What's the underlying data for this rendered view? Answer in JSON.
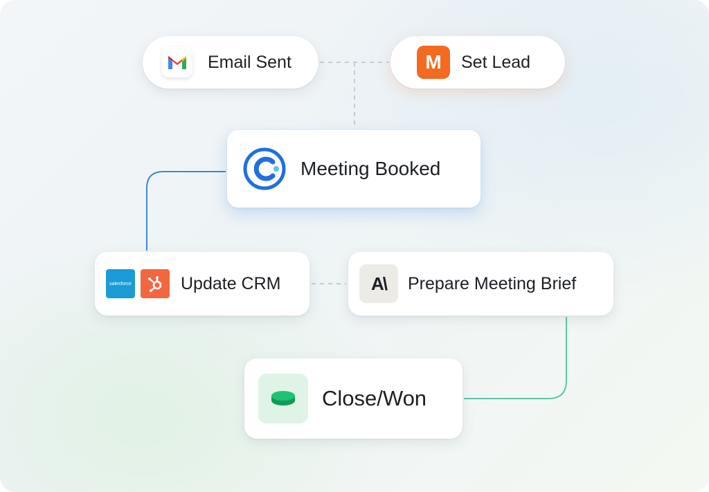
{
  "nodes": {
    "email_sent": {
      "label": "Email Sent",
      "icon": "gmail-icon"
    },
    "set_lead": {
      "label": "Set Lead",
      "icon": "m-letter-icon",
      "icon_letter": "M"
    },
    "meeting_booked": {
      "label": "Meeting Booked",
      "icon": "calendly-icon"
    },
    "update_crm": {
      "label": "Update CRM",
      "icons": [
        "salesforce-icon",
        "hubspot-icon"
      ],
      "salesforce_text": "salesforce"
    },
    "prepare_brief": {
      "label": "Prepare Meeting Brief",
      "icon": "anthropic-icon",
      "icon_letters": "A\\"
    },
    "close_won": {
      "label": "Close/Won",
      "icon": "coin-stack-icon"
    }
  },
  "colors": {
    "orange_accent": "#f36b21",
    "blue_accent": "#1f6fe0",
    "salesforce_blue": "#1a9bd7",
    "hubspot_orange": "#f2673f",
    "green_accent": "#17b26a",
    "connector_gray": "#c5ccd3",
    "connector_blue": "#3d86e0",
    "connector_teal": "#5cc5a9"
  }
}
